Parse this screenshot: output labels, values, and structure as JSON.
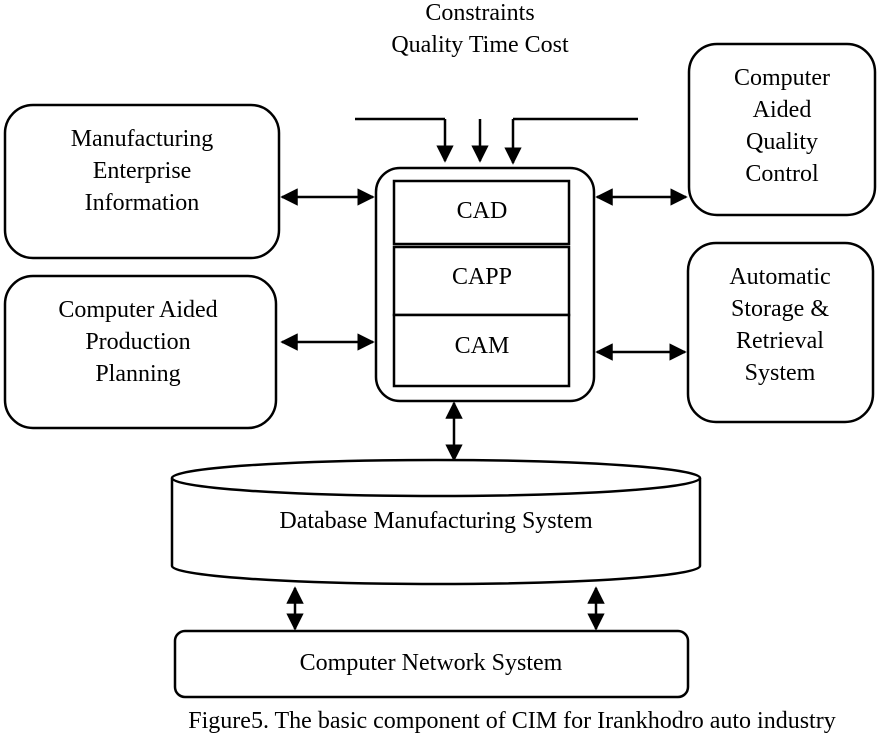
{
  "constraints": {
    "title": "Constraints",
    "items": "Quality Time Cost"
  },
  "left_boxes": {
    "enterprise": [
      "Manufacturing",
      "Enterprise",
      "Information"
    ],
    "production": [
      "Computer Aided",
      "Production",
      "Planning"
    ]
  },
  "right_boxes": {
    "quality": [
      "Computer",
      "Aided",
      "Quality",
      "Control"
    ],
    "storage": [
      "Automatic",
      "Storage &",
      "Retrieval",
      "System"
    ]
  },
  "core": {
    "cad": "CAD",
    "capp": "CAPP",
    "cam": "CAM"
  },
  "database": "Database Manufacturing System",
  "network": "Computer Network System",
  "caption": "Figure5. The basic component of CIM for Irankhodro auto industry"
}
